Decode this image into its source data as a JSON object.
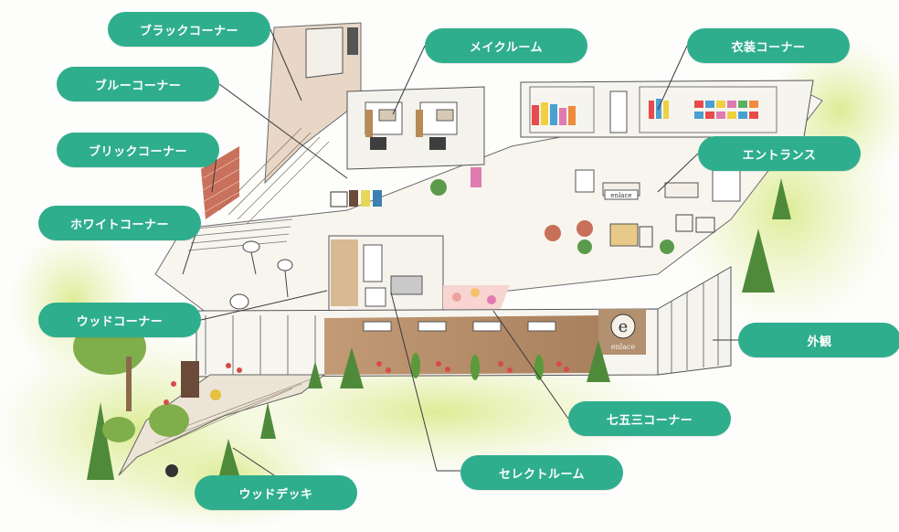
{
  "colors": {
    "label_bg": "#2fae8e",
    "label_text": "#ffffff",
    "leader_line": "#3a3a3a",
    "greenery": "#c8e07a",
    "brick": "#c0583f",
    "wood": "#b08a6a"
  },
  "labels": {
    "black_corner": "ブラックコーナー",
    "blue_corner": "ブルーコーナー",
    "brick_corner": "ブリックコーナー",
    "white_corner": "ホワイトコーナー",
    "wood_corner": "ウッドコーナー",
    "wood_deck": "ウッドデッキ",
    "make_room": "メイクルーム",
    "costume_corner": "衣装コーナー",
    "entrance": "エントランス",
    "exterior": "外観",
    "shichigosan_corner": "七五三コーナー",
    "select_room": "セレクトルーム"
  },
  "signage": {
    "logo_letter": "e",
    "logo_text": "enlace",
    "inner_sign": "enlace"
  }
}
